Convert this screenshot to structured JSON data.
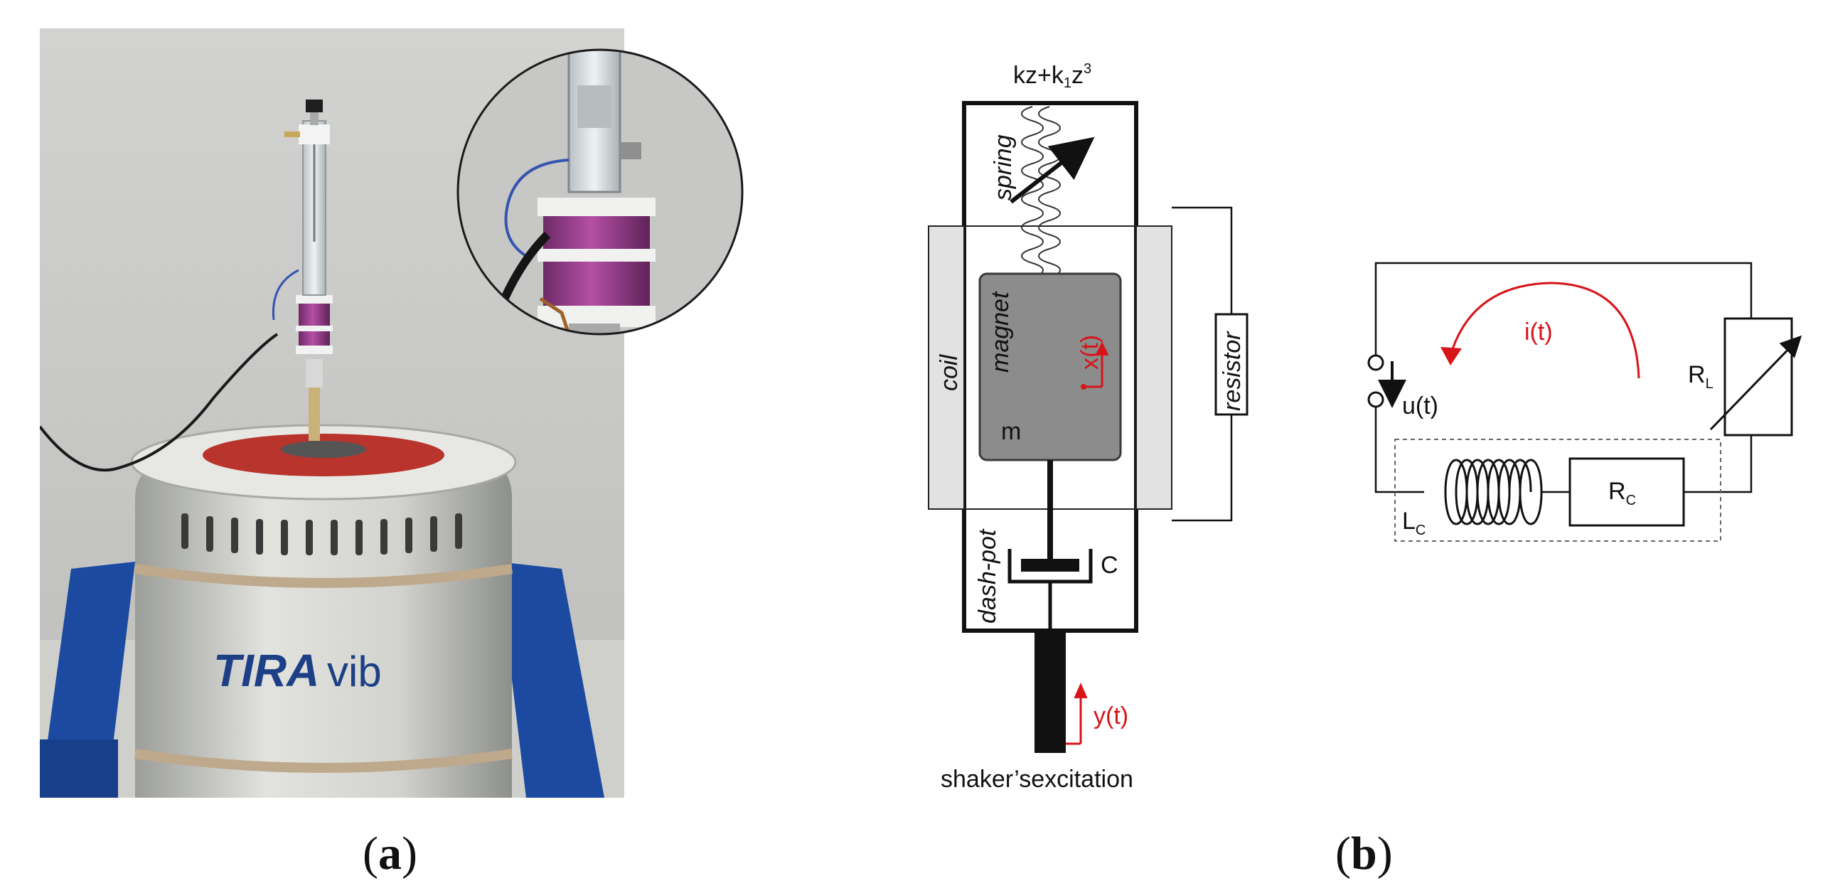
{
  "photo": {
    "brand_word_1": "TIRA",
    "brand_word_2": "vib"
  },
  "diagram_a": {
    "spring_equation": "kz+k",
    "spring_equation_sub": "1",
    "spring_equation_tail": "z",
    "spring_equation_sup": "3",
    "spring_label": "spring",
    "coil_label": "coil",
    "magnet_label": "magnet",
    "mass_label": "m",
    "displacement_x": "x(t)",
    "resistor_label": "resistor",
    "dashpot_label": "dash-pot",
    "damping_label": "C",
    "excitation_y": "y(t)",
    "excitation_caption": "shaker’sexcitation"
  },
  "diagram_b": {
    "current_label": "i(t)",
    "voltage_label": "u(t)",
    "load_resistor_main": "R",
    "load_resistor_sub": "L",
    "coil_resistor_main": "R",
    "coil_resistor_sub": "C",
    "inductance_main": "L",
    "inductance_sub": "C"
  },
  "captions": {
    "a_open": "(",
    "a_letter": "a",
    "a_close": ")",
    "b_open": "(",
    "b_letter": "b",
    "b_close": ")"
  },
  "colors": {
    "accent_red": "#d7141a",
    "shaker_blue": "#1b4aa0",
    "coil_purple": "#9a3c8c",
    "magnet_gray": "#8c8c8c"
  }
}
